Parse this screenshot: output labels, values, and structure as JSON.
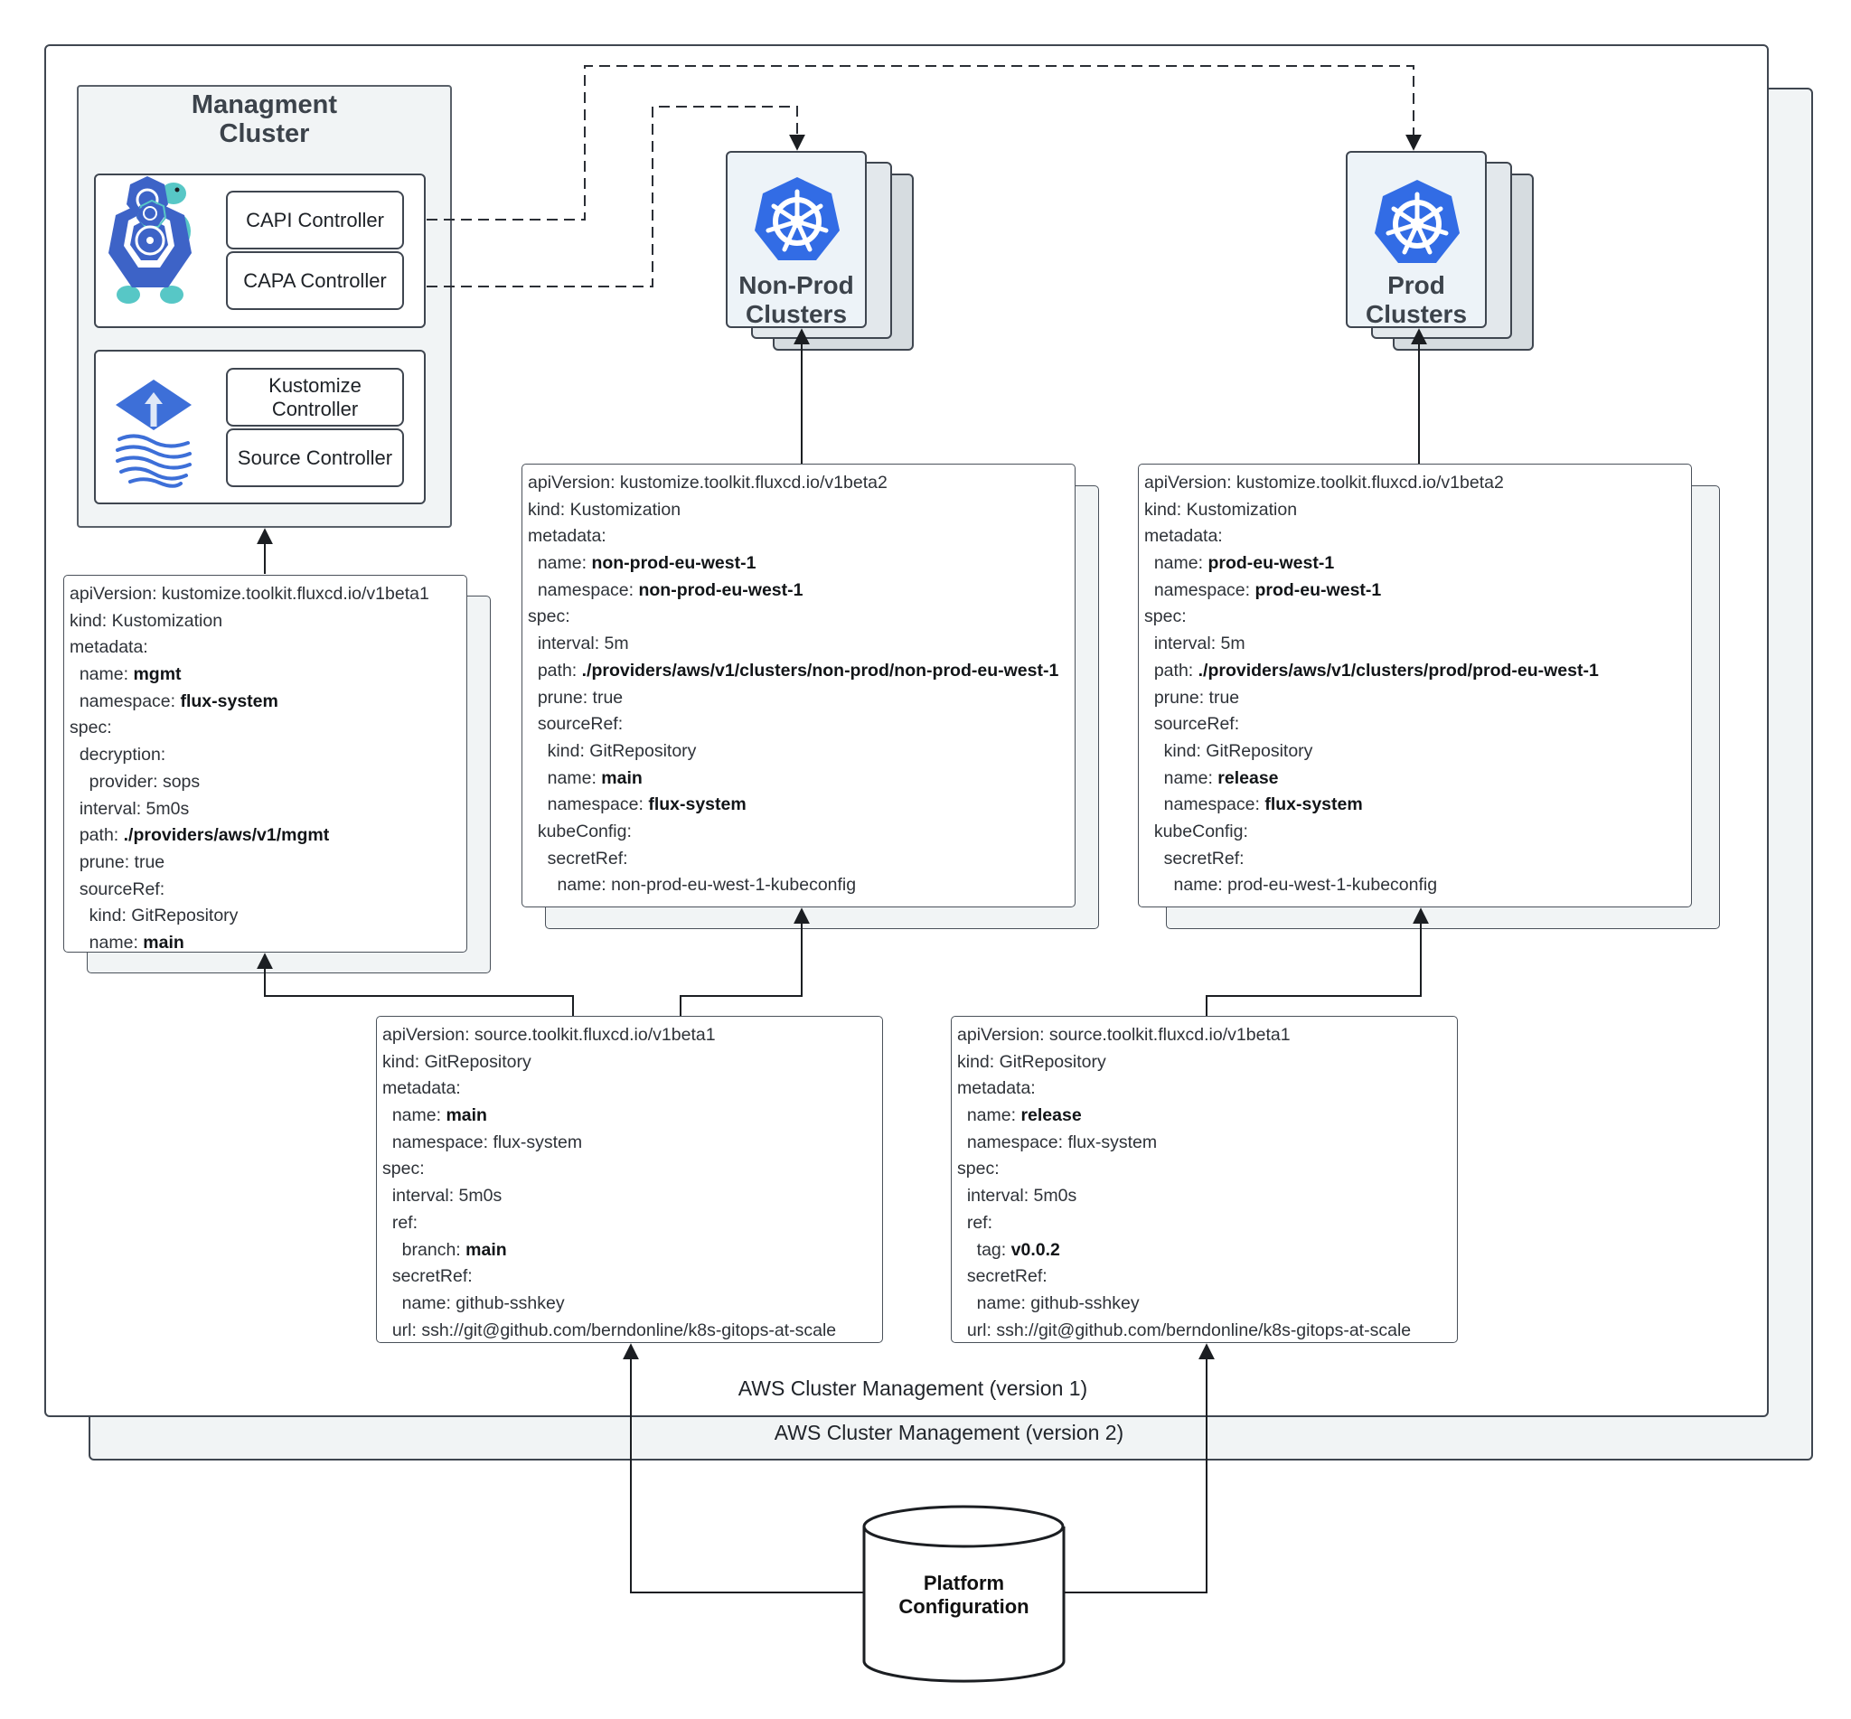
{
  "regions": {
    "version1_label": "AWS Cluster Management (version 1)",
    "version2_label": "AWS Cluster Management (version 2)"
  },
  "management_cluster": {
    "title_line1": "Managment",
    "title_line2": "Cluster",
    "capi_controller": "CAPI Controller",
    "capa_controller": "CAPA Controller",
    "kustomize_controller_line1": "Kustomize",
    "kustomize_controller_line2": "Controller",
    "source_controller": "Source Controller"
  },
  "clusters": {
    "nonprod_line1": "Non-Prod",
    "nonprod_line2": "Clusters",
    "prod_line1": "Prod",
    "prod_line2": "Clusters"
  },
  "database": {
    "label_line1": "Platform",
    "label_line2": "Configuration"
  },
  "icons": {
    "kubernetes": "kubernetes-helm-icon",
    "capi": "cluster-api-turtle-icon",
    "flux": "flux-icon"
  },
  "colors": {
    "kubernetes_blue": "#326ce5",
    "flux_blue": "#3d6fd8"
  },
  "yaml_mgmt": [
    {
      "k": "apiVersion: kustomize.toolkit.fluxcd.io/v1beta1",
      "v": ""
    },
    {
      "k": "kind: Kustomization",
      "v": ""
    },
    {
      "k": "metadata:",
      "v": ""
    },
    {
      "k": "  name: ",
      "v": "mgmt"
    },
    {
      "k": "  namespace: ",
      "v": "flux-system"
    },
    {
      "k": "spec:",
      "v": ""
    },
    {
      "k": "  decryption:",
      "v": ""
    },
    {
      "k": "    provider: sops",
      "v": ""
    },
    {
      "k": "  interval: 5m0s",
      "v": ""
    },
    {
      "k": "  path: ",
      "v": "./providers/aws/v1/mgmt"
    },
    {
      "k": "  prune: true",
      "v": ""
    },
    {
      "k": "  sourceRef:",
      "v": ""
    },
    {
      "k": "    kind: GitRepository",
      "v": ""
    },
    {
      "k": "    name: ",
      "v": "main"
    }
  ],
  "yaml_nonprod": [
    {
      "k": "apiVersion: kustomize.toolkit.fluxcd.io/v1beta2",
      "v": ""
    },
    {
      "k": "kind: Kustomization",
      "v": ""
    },
    {
      "k": "metadata:",
      "v": ""
    },
    {
      "k": "  name: ",
      "v": "non-prod-eu-west-1"
    },
    {
      "k": "  namespace: ",
      "v": "non-prod-eu-west-1"
    },
    {
      "k": "spec:",
      "v": ""
    },
    {
      "k": "  interval: 5m",
      "v": ""
    },
    {
      "k": "  path: ",
      "v": "./providers/aws/v1/clusters/non-prod/non-prod-eu-west-1"
    },
    {
      "k": "  prune: true",
      "v": ""
    },
    {
      "k": "  sourceRef:",
      "v": ""
    },
    {
      "k": "    kind: GitRepository",
      "v": ""
    },
    {
      "k": "    name: ",
      "v": "main"
    },
    {
      "k": "    namespace: ",
      "v": "flux-system"
    },
    {
      "k": "  kubeConfig:",
      "v": ""
    },
    {
      "k": "    secretRef:",
      "v": ""
    },
    {
      "k": "      name: non-prod-eu-west-1-kubeconfig",
      "v": ""
    }
  ],
  "yaml_prod": [
    {
      "k": "apiVersion: kustomize.toolkit.fluxcd.io/v1beta2",
      "v": ""
    },
    {
      "k": "kind: Kustomization",
      "v": ""
    },
    {
      "k": "metadata:",
      "v": ""
    },
    {
      "k": "  name: ",
      "v": "prod-eu-west-1"
    },
    {
      "k": "  namespace: ",
      "v": "prod-eu-west-1"
    },
    {
      "k": "spec:",
      "v": ""
    },
    {
      "k": "  interval: 5m",
      "v": ""
    },
    {
      "k": "  path: ",
      "v": "./providers/aws/v1/clusters/prod/prod-eu-west-1"
    },
    {
      "k": "  prune: true",
      "v": ""
    },
    {
      "k": "  sourceRef:",
      "v": ""
    },
    {
      "k": "    kind: GitRepository",
      "v": ""
    },
    {
      "k": "    name: ",
      "v": "release"
    },
    {
      "k": "    namespace: ",
      "v": "flux-system"
    },
    {
      "k": "  kubeConfig:",
      "v": ""
    },
    {
      "k": "    secretRef:",
      "v": ""
    },
    {
      "k": "      name: prod-eu-west-1-kubeconfig",
      "v": ""
    }
  ],
  "yaml_git_main": [
    {
      "k": "apiVersion: source.toolkit.fluxcd.io/v1beta1",
      "v": ""
    },
    {
      "k": "kind: GitRepository",
      "v": ""
    },
    {
      "k": "metadata:",
      "v": ""
    },
    {
      "k": "  name: ",
      "v": "main"
    },
    {
      "k": "  namespace: flux-system",
      "v": ""
    },
    {
      "k": "spec:",
      "v": ""
    },
    {
      "k": "  interval: 5m0s",
      "v": ""
    },
    {
      "k": "  ref:",
      "v": ""
    },
    {
      "k": "    branch: ",
      "v": "main"
    },
    {
      "k": "  secretRef:",
      "v": ""
    },
    {
      "k": "    name: github-sshkey",
      "v": ""
    },
    {
      "k": "  url: ssh://git@github.com/berndonline/k8s-gitops-at-scale",
      "v": ""
    }
  ],
  "yaml_git_release": [
    {
      "k": "apiVersion: source.toolkit.fluxcd.io/v1beta1",
      "v": ""
    },
    {
      "k": "kind: GitRepository",
      "v": ""
    },
    {
      "k": "metadata:",
      "v": ""
    },
    {
      "k": "  name: ",
      "v": "release"
    },
    {
      "k": "  namespace: flux-system",
      "v": ""
    },
    {
      "k": "spec:",
      "v": ""
    },
    {
      "k": "  interval: 5m0s",
      "v": ""
    },
    {
      "k": "  ref:",
      "v": ""
    },
    {
      "k": "    tag: ",
      "v": "v0.0.2"
    },
    {
      "k": "  secretRef:",
      "v": ""
    },
    {
      "k": "    name: github-sshkey",
      "v": ""
    },
    {
      "k": "  url: ssh://git@github.com/berndonline/k8s-gitops-at-scale",
      "v": ""
    }
  ]
}
